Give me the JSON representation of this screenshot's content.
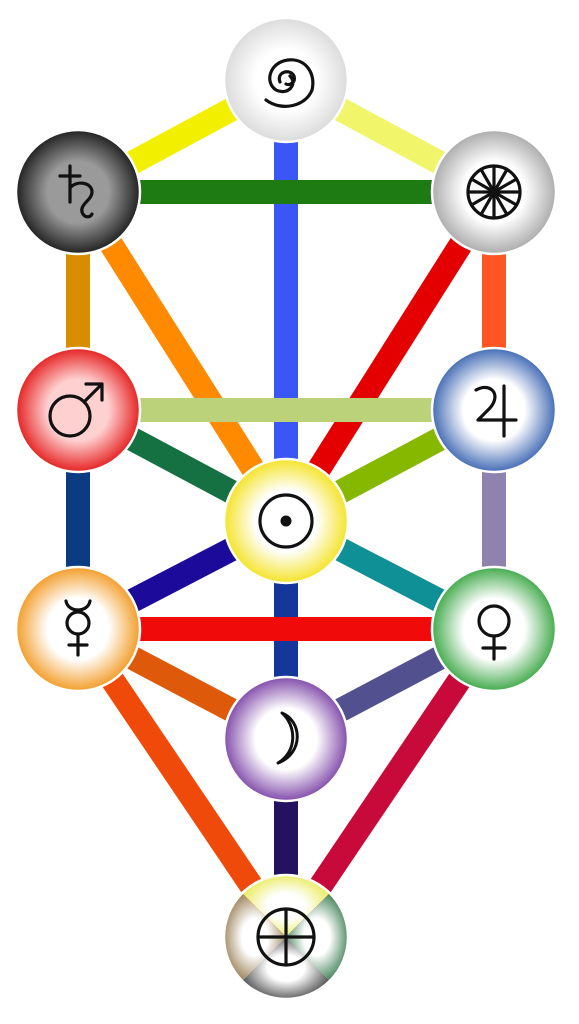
{
  "diagram": {
    "nodes": [
      {
        "id": "top",
        "icon": "spiral-icon",
        "gradient": [
          "#ffffff",
          "#d4d4d4"
        ]
      },
      {
        "id": "saturn",
        "icon": "saturn-icon",
        "gradient": [
          "#9a9a9a",
          "#0a0a0a"
        ]
      },
      {
        "id": "zodiac",
        "icon": "zodiac-wheel-icon",
        "gradient": [
          "#ffffff",
          "#9c9c9c"
        ]
      },
      {
        "id": "mars",
        "icon": "mars-icon",
        "gradient": [
          "#ffd0d0",
          "#e00000"
        ]
      },
      {
        "id": "jupiter",
        "icon": "jupiter-icon",
        "gradient": [
          "#ffffff",
          "#1f4fa6"
        ]
      },
      {
        "id": "sun",
        "icon": "sun-icon",
        "gradient": [
          "#ffffff",
          "#f2de00"
        ]
      },
      {
        "id": "mercury",
        "icon": "mercury-icon",
        "gradient": [
          "#ffffff",
          "#f08a00"
        ]
      },
      {
        "id": "venus",
        "icon": "venus-icon",
        "gradient": [
          "#ffffff",
          "#1f9a2a"
        ]
      },
      {
        "id": "moon",
        "icon": "moon-icon",
        "gradient": [
          "#ffffff",
          "#6a2a9a"
        ]
      },
      {
        "id": "earth",
        "icon": "earth-icon",
        "quadrants": [
          "#e6e63a",
          "#1e6b3a",
          "#303030",
          "#8a6a3a"
        ]
      }
    ],
    "paths": [
      {
        "from": "top",
        "to": "saturn",
        "color": "#f2f000"
      },
      {
        "from": "top",
        "to": "zodiac",
        "color": "#f0f56a"
      },
      {
        "from": "top",
        "to": "sun",
        "color": "#3a57f5"
      },
      {
        "from": "saturn",
        "to": "zodiac",
        "color": "#1e7a12"
      },
      {
        "from": "saturn",
        "to": "mars",
        "color": "#d88c00"
      },
      {
        "from": "saturn",
        "to": "sun",
        "color": "#ff8a00"
      },
      {
        "from": "zodiac",
        "to": "jupiter",
        "color": "#ff5522"
      },
      {
        "from": "zodiac",
        "to": "sun",
        "color": "#e40000"
      },
      {
        "from": "mars",
        "to": "jupiter",
        "color": "#bcd27a"
      },
      {
        "from": "mars",
        "to": "sun",
        "color": "#157042"
      },
      {
        "from": "mars",
        "to": "mercury",
        "color": "#0b3b80"
      },
      {
        "from": "jupiter",
        "to": "sun",
        "color": "#86b800"
      },
      {
        "from": "jupiter",
        "to": "venus",
        "color": "#9082ae"
      },
      {
        "from": "sun",
        "to": "mercury",
        "color": "#1c0a9a"
      },
      {
        "from": "sun",
        "to": "venus",
        "color": "#0f8f96"
      },
      {
        "from": "sun",
        "to": "moon",
        "color": "#13379a"
      },
      {
        "from": "mercury",
        "to": "venus",
        "color": "#f00a0a"
      },
      {
        "from": "mercury",
        "to": "moon",
        "color": "#de5a0a"
      },
      {
        "from": "mercury",
        "to": "earth",
        "color": "#f04a0a"
      },
      {
        "from": "venus",
        "to": "moon",
        "color": "#52508e"
      },
      {
        "from": "venus",
        "to": "earth",
        "color": "#c80a3a"
      },
      {
        "from": "moon",
        "to": "earth",
        "color": "#24125e"
      }
    ]
  }
}
